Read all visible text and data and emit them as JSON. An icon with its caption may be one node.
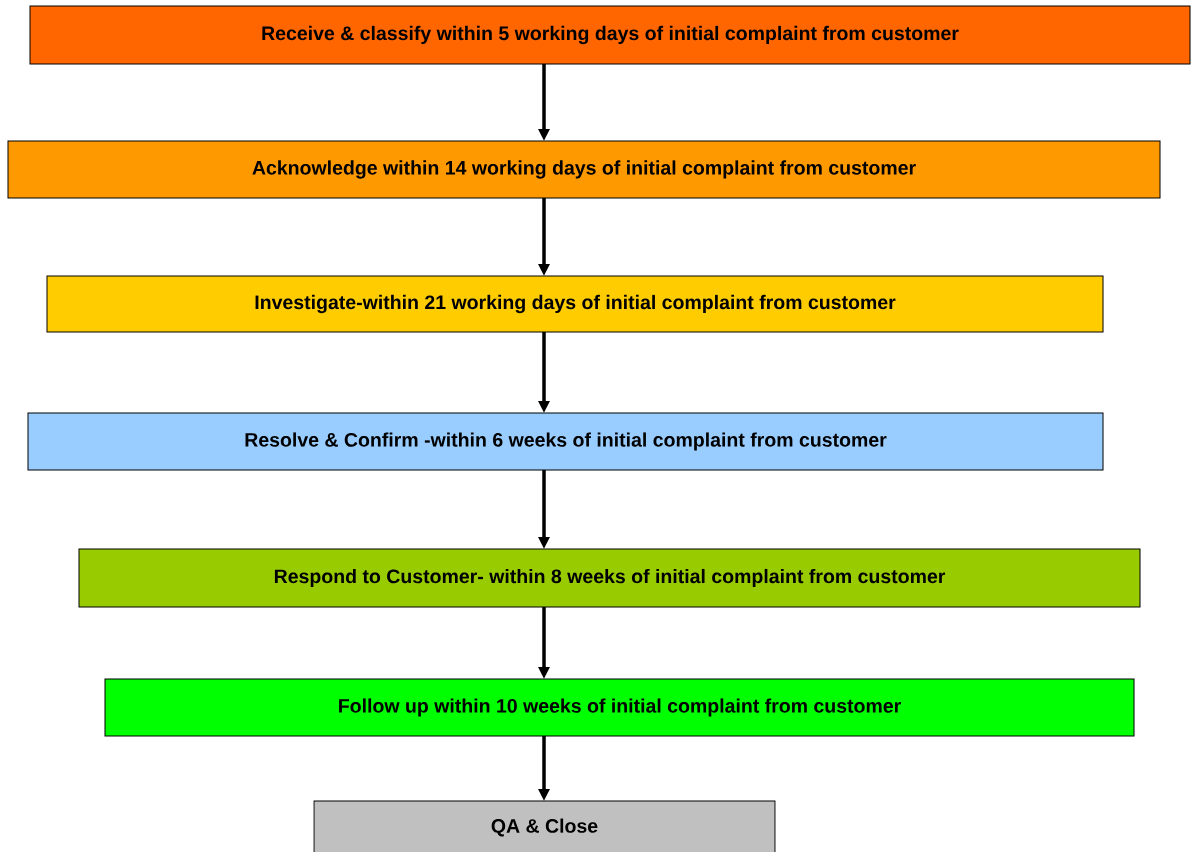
{
  "diagram": {
    "nodes": [
      {
        "text": [
          "Receive & classify within 5 working days of initial complaint from customer"
        ]
      },
      {
        "text": [
          "Acknowledge within 14 working days of initial complaint from customer"
        ]
      },
      {
        "text": [
          "Investigate-within 21 working days of initial complaint from customer"
        ]
      },
      {
        "text": [
          "Resolve & Confirm -within 6 weeks of initial complaint from customer"
        ]
      },
      {
        "text": [
          "Respond to Customer- within 8 weeks of initial complaint from customer"
        ]
      },
      {
        "text": [
          "Follow up within 10 weeks of initial complaint from customer"
        ]
      },
      {
        "text": [
          "QA & Close"
        ]
      }
    ],
    "edges": [
      {
        "from": 0,
        "to": 1,
        "arrow": "to"
      },
      {
        "from": 1,
        "to": 2,
        "arrow": "to"
      },
      {
        "from": 2,
        "to": 3,
        "arrow": "to"
      },
      {
        "from": 3,
        "to": 4,
        "arrow": "to"
      },
      {
        "from": 4,
        "to": 5,
        "arrow": "to"
      },
      {
        "from": 5,
        "to": 6,
        "arrow": "to"
      }
    ]
  }
}
